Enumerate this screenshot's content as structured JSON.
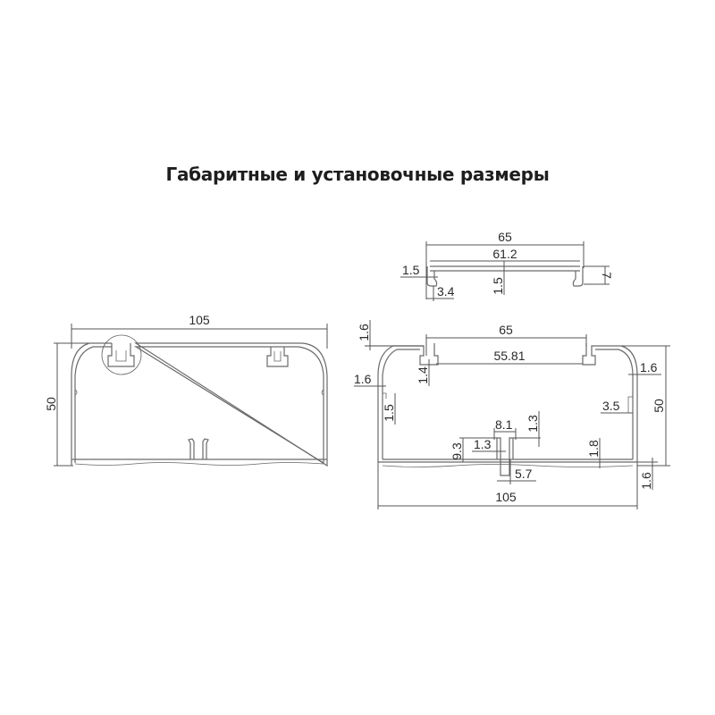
{
  "title": "Габаритные и установочные размеры",
  "left_view": {
    "width_label": "105",
    "height_label": "50"
  },
  "cover_view": {
    "outer_width": "65",
    "inner_width": "61.2",
    "thickness_left": "1.5",
    "thickness_center": "1.5",
    "clip_width": "3.4",
    "clip_height": "7"
  },
  "base_view": {
    "top_wall": "1.6",
    "clip_span": "65",
    "clip_inner_span": "55.81",
    "clip_depth": "1.4",
    "left_wall": "1.6",
    "left_notch": "1.5",
    "right_wall": "1.6",
    "right_notch": "3.5",
    "height": "50",
    "rib_width": "8.1",
    "rib_top": "1.3",
    "rib_wall": "1.3",
    "rib_height": "9.3",
    "rib_base": "5.7",
    "floor_rise": "1.8",
    "floor": "1.6",
    "width": "105"
  }
}
